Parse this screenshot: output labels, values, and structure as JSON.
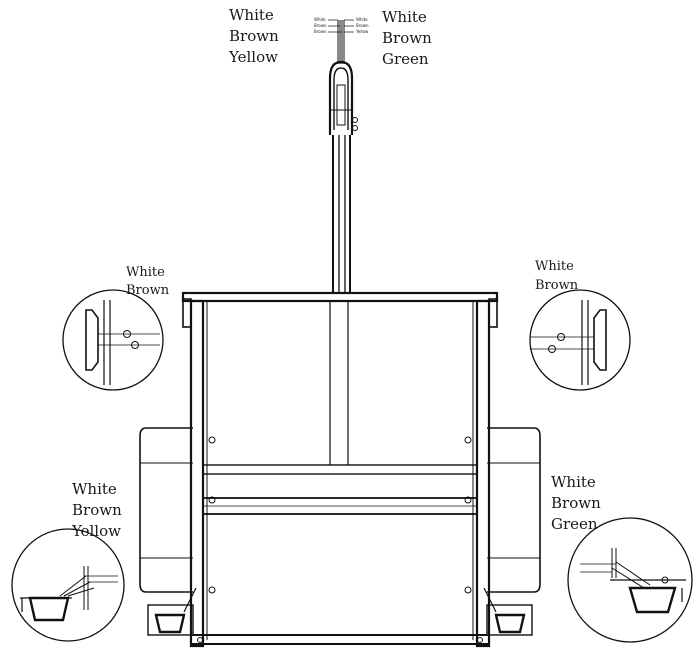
{
  "labels": {
    "top_left": [
      "White",
      "Brown",
      "Yellow"
    ],
    "top_right": [
      "White",
      "Brown",
      "Green"
    ],
    "mid_left": [
      "White",
      "Brown"
    ],
    "mid_right": [
      "White",
      "Brown"
    ],
    "bottom_left": [
      "White",
      "Brown",
      "Yellow"
    ],
    "bottom_right": [
      "White",
      "Brown",
      "Green"
    ]
  },
  "connector_tiny_left": [
    "White",
    "Brown",
    "Brown"
  ],
  "connector_tiny_right": [
    "White",
    "Brown",
    "Yellow"
  ]
}
